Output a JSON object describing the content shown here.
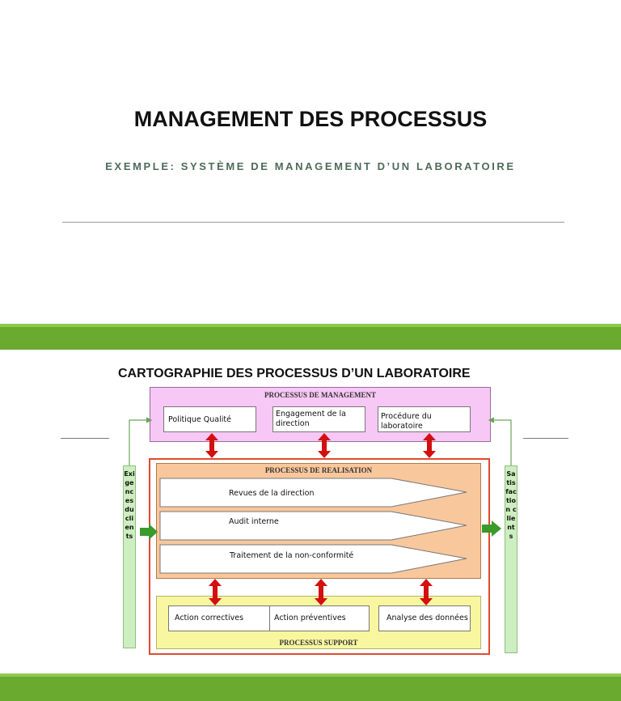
{
  "header": {
    "title": "MANAGEMENT DES PROCESSUS",
    "subtitle": "EXEMPLE: SYSTÈME DE MANAGEMENT D’UN  LABORATOIRE"
  },
  "diagram": {
    "title": "CARTOGRAPHIE DES PROCESSUS D’UN LABORATOIRE",
    "management": {
      "label": "PROCESSUS DE MANAGEMENT",
      "items": [
        "Politique Qualité",
        "Engagement de la direction",
        "Procédure du laboratoire"
      ]
    },
    "realisation": {
      "label": "PROCESSUS DE REALISATION",
      "items": [
        "Revues de la direction",
        "Audit interne",
        "Traitement de la  non-conformité"
      ]
    },
    "support": {
      "label": "PROCESSUS SUPPORT",
      "items": [
        "Action correctives",
        "Action préventives",
        "Analyse des données"
      ]
    },
    "left_label": "Exigencesdu clients",
    "right_label": "Satisfaction clients"
  },
  "colors": {
    "green_band": "#6aaa2f",
    "management_fill": "#f7c7f5",
    "realisation_fill": "#f9c79c",
    "support_fill": "#f8f7a0",
    "arrow_red": "#d40f0f",
    "flow_green": "#3a9a2a"
  }
}
